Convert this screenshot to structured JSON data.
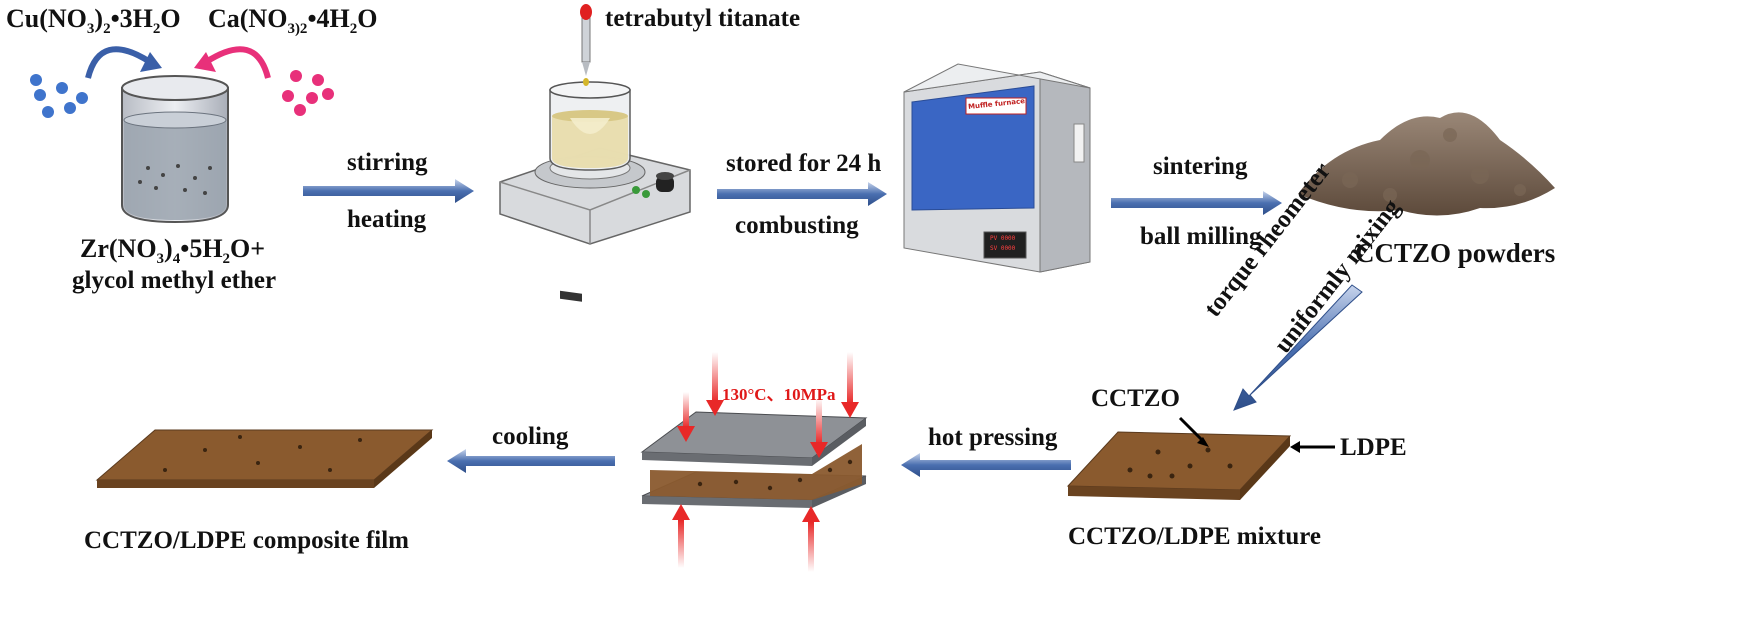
{
  "reagents": {
    "cu_left": "Cu(NO",
    "cu_sub3": "3",
    "cu_sub2": "2",
    "cu_right": "•3H",
    "cu_sub_h": "2",
    "cu_o": "O",
    "ca_left": "Ca(NO",
    "ca_sub3": "3",
    "ca_sub2": ")2",
    "ca_right": "•4H",
    "ca_sub_h": "2",
    "ca_o": "O",
    "zr_left": "Zr(NO",
    "zr_sub3": "3",
    "zr_sub4": "4",
    "zr_mid": "•5H",
    "zr_sub_h": "2",
    "zr_right": "O+",
    "solvent": "glycol methyl ether",
    "titanate": "tetrabutyl titanate"
  },
  "steps": {
    "stirring": "stirring",
    "heating": "heating",
    "stored": "stored for 24 h",
    "combusting": "combusting",
    "sintering": "sintering",
    "ball_milling": "ball milling",
    "torque": "torque rheometer",
    "uniform": "uniformly mixing",
    "hot_pressing": "hot pressing",
    "cooling": "cooling"
  },
  "products": {
    "powders": "CCTZO powders",
    "cctzo": "CCTZO",
    "ldpe": "LDPE",
    "mixture": "CCTZO/LDPE mixture",
    "film": "CCTZO/LDPE composite film"
  },
  "press": {
    "condition": "130°C、10MPa"
  },
  "furnace": {
    "label": "Muffle furnace",
    "display1": "PV 0000",
    "display2": "SV 0000"
  },
  "colors": {
    "arrow": "#4a6fb0",
    "composite": "#8a5a2e",
    "red_arrow": "#e82828",
    "furnace_blue": "#3a66c4",
    "cu_dots": "#3f74cc",
    "ca_dots": "#e8307a"
  }
}
